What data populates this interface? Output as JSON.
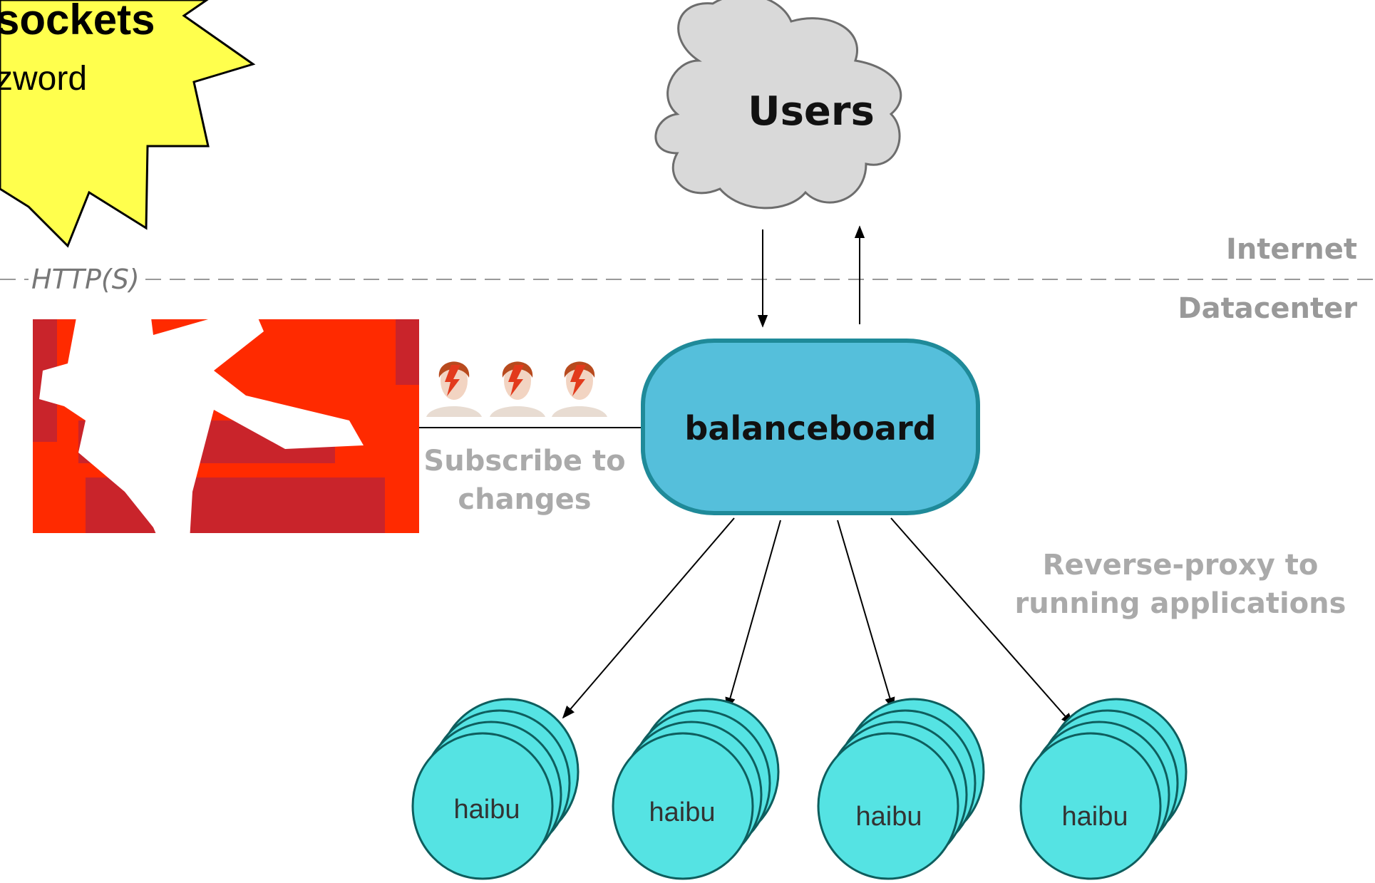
{
  "burst": {
    "title": "sockets",
    "subtitle": "zword"
  },
  "zones": {
    "protocol": "HTTP(S)",
    "internet": "Internet",
    "datacenter": "Datacenter"
  },
  "nodes": {
    "users": "Users",
    "balancer": "balanceboard",
    "workers": [
      "haibu",
      "haibu",
      "haibu",
      "haibu"
    ]
  },
  "annotations": {
    "subscribe": [
      "Subscribe to",
      "changes"
    ],
    "proxy": [
      "Reverse-proxy to",
      "running applications"
    ]
  },
  "colors": {
    "cloud_fill": "#d9d9d9",
    "balancer_fill": "#55bfdb",
    "balancer_stroke": "#1f8a99",
    "worker_fill": "#55e3e3",
    "worker_stroke": "#0e5e5e",
    "burst_fill": "#ffff4d",
    "logo_red": "#ff2a00",
    "logo_dark_red": "#c9242b"
  },
  "icons": {
    "logo": "redis-logo-icon",
    "subscribers": [
      "bowie-face-icon",
      "bowie-face-icon",
      "bowie-face-icon"
    ]
  }
}
